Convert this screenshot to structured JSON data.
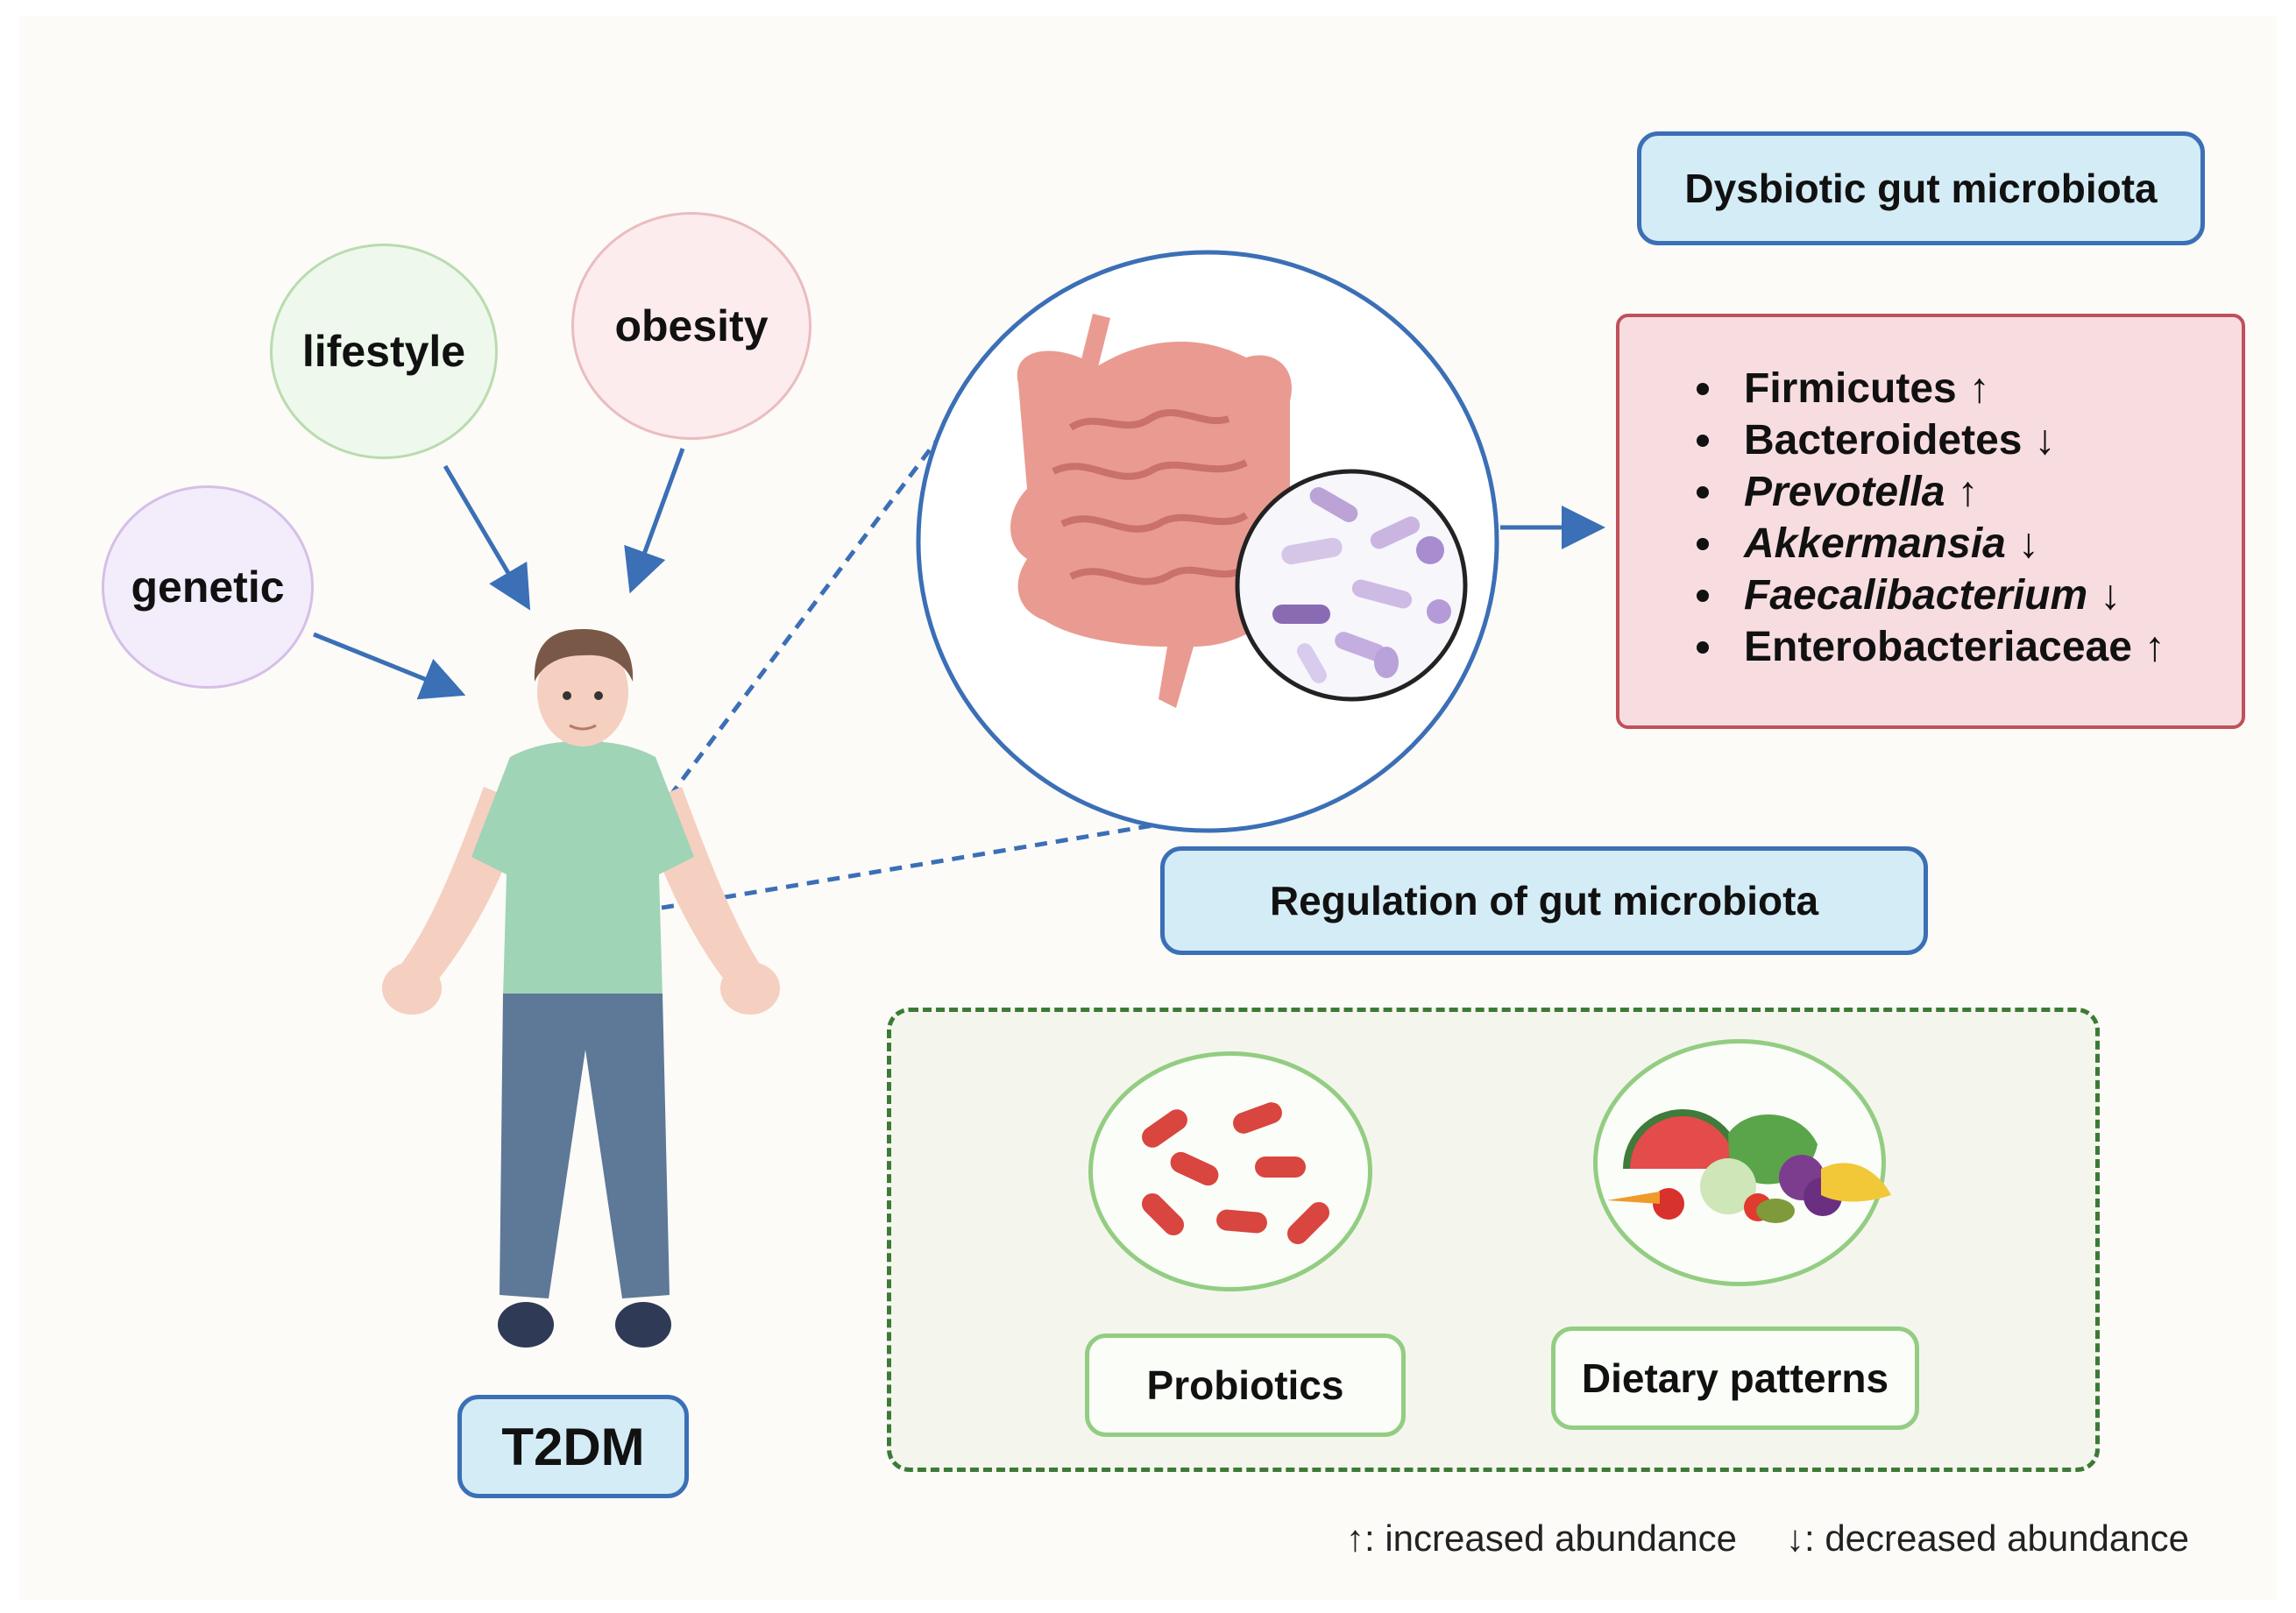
{
  "influences": {
    "genetic": "genetic",
    "lifestyle": "lifestyle",
    "obesity": "obesity"
  },
  "patient_label": "T2DM",
  "dysbiosis_title": "Dysbiotic gut microbiota",
  "microbiota_changes": [
    {
      "name": "Firmicutes",
      "arrow": "↑",
      "italic": false
    },
    {
      "name": "Bacteroidetes",
      "arrow": "↓",
      "italic": false
    },
    {
      "name": "Prevotella",
      "arrow": "↑",
      "italic": true
    },
    {
      "name": "Akkermansia",
      "arrow": "↓",
      "italic": true
    },
    {
      "name": "Faecalibacterium",
      "arrow": "↓",
      "italic": true
    },
    {
      "name": "Enterobacteriaceae",
      "arrow": "↑",
      "italic": false
    }
  ],
  "regulation_title": "Regulation of gut microbiota",
  "interventions": {
    "probiotics": "Probiotics",
    "dietary": "Dietary patterns"
  },
  "legend": {
    "up_symbol": "↑",
    "up_text": ": increased abundance",
    "down_symbol": "↓",
    "down_text": ": decreased abundance"
  },
  "colors": {
    "arrow_blue": "#3b6fb6",
    "genetic_bg": "#f3ecfa",
    "lifestyle_bg": "#eef8ec",
    "obesity_bg": "#fcecee",
    "list_bg": "#f8dde0",
    "list_border": "#c0505a",
    "dashed_green": "#3d7a35"
  },
  "icons": [
    "person-figure",
    "intestine-icon",
    "bacteria-magnifier-icon",
    "bacteria-rods-icon",
    "fruits-vegetables-icon"
  ]
}
